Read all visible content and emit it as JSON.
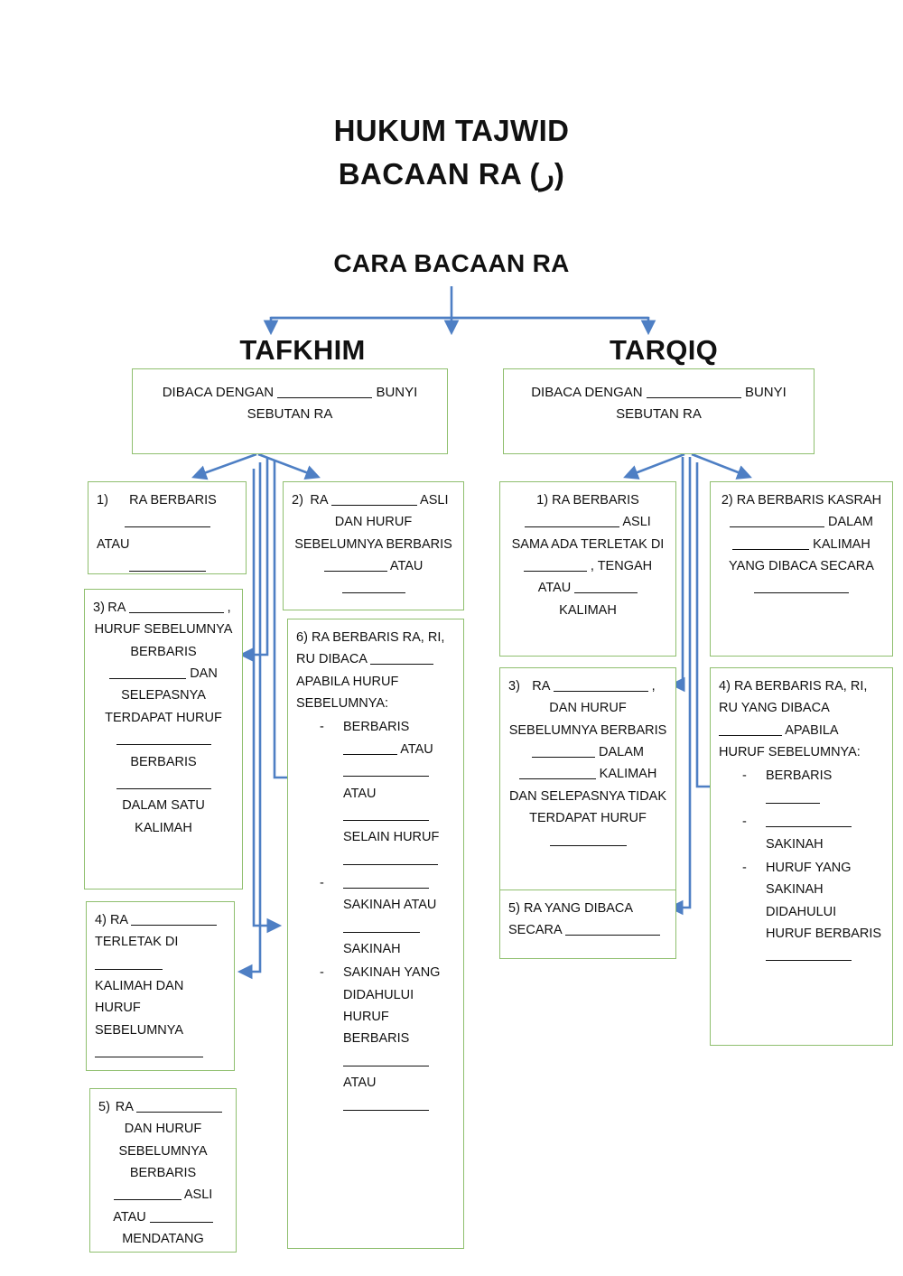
{
  "doc": {
    "title_line1": "HUKUM TAJWID",
    "title_line2": "BACAAN RA (ر)",
    "subtitle": "CARA BACAAN RA"
  },
  "branches": {
    "left_label": "TAFKHIM",
    "right_label": "TARQIQ"
  },
  "headers": {
    "tafkhim": {
      "pre": "DIBACA DENGAN",
      "post": "BUNYI",
      "line2": "SEBUTAN RA"
    },
    "tarqiq": {
      "pre": "DIBACA DENGAN",
      "post": "BUNYI",
      "line2": "SEBUTAN RA"
    }
  },
  "tafkhim_items": {
    "item1": {
      "num": "1)",
      "t1": "RA BERBARIS",
      "t2": "ATAU"
    },
    "item2": {
      "num": "2)",
      "t1": "RA",
      "t2": "ASLI DAN HURUF SEBELUMNYA BERBARIS",
      "t3": "ATAU"
    },
    "item3": {
      "num": "3)",
      "t1": "RA",
      "t2": ", HURUF SEBELUMNYA BERBARIS",
      "t3": "DAN SELEPASNYA TERDAPAT HURUF",
      "t4": "BERBARIS",
      "t5": "DALAM SATU KALIMAH"
    },
    "item4": {
      "num": "4)",
      "t1": "RA",
      "t2": "TERLETAK DI",
      "t3": "KALIMAH DAN HURUF SEBELUMNYA"
    },
    "item5": {
      "num": "5)",
      "t1": "RA",
      "t2": "DAN HURUF SEBELUMNYA BERBARIS",
      "t3": "ASLI ATAU",
      "t4": "MENDATANG"
    },
    "item6": {
      "num": "6)",
      "t1": "RA BERBARIS RA, RI, RU DIBACA",
      "t2": "APABILA HURUF SEBELUMNYA:",
      "b1_a": "BERBARIS",
      "b1_b": "ATAU",
      "b1_c": "ATAU",
      "b1_d": "SELAIN HURUF",
      "b2_a": "SAKINAH ATAU",
      "b2_b": "SAKINAH",
      "b3_a": "SAKINAH YANG DIDAHULUI HURUF BERBARIS",
      "b3_b": "ATAU"
    }
  },
  "tarqiq_items": {
    "item1": {
      "num": "1)",
      "t1": "RA BERBARIS",
      "t2": "ASLI SAMA ADA TERLETAK DI",
      "t3": ", TENGAH ATAU",
      "t4": "KALIMAH"
    },
    "item2": {
      "num": "2)",
      "t1": "RA BERBARIS KASRAH",
      "t2": "DALAM",
      "t3": "KALIMAH YANG DIBACA SECARA"
    },
    "item3": {
      "num": "3)",
      "t1": "RA",
      "t2": ", DAN HURUF SEBELUMNYA BERBARIS",
      "t3": "DALAM",
      "t4": "KALIMAH DAN SELEPASNYA TIDAK TERDAPAT HURUF"
    },
    "item4": {
      "num": "4)",
      "t1": "RA BERBARIS RA, RI, RU YANG DIBACA",
      "t2": "APABILA HURUF SEBELUMNYA:",
      "b1_a": "BERBARIS",
      "b2_a": "SAKINAH",
      "b3_a": "HURUF YANG SAKINAH DIDAHULUI HURUF BERBARIS"
    },
    "item5": {
      "num": "5)",
      "t1": "RA YANG DIBACA SECARA"
    }
  },
  "colors": {
    "box_border": "#8FBF6E",
    "connector": "#4E7FC4",
    "text": "#111111",
    "background": "#FFFFFF"
  }
}
